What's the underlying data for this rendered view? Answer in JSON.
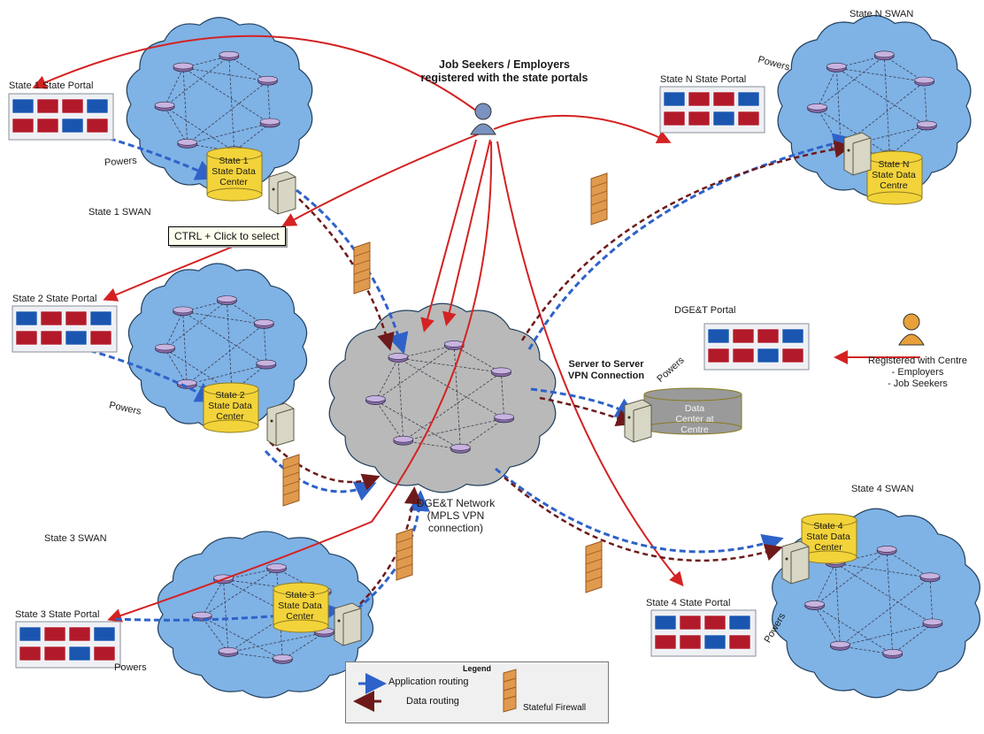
{
  "top_user": {
    "label": "Job Seekers / Employers\nregistered with the state portals"
  },
  "states": {
    "s1": {
      "portal": "State 1 State Portal",
      "swan": "State 1 SWAN",
      "dc": "State 1\nState Data\nCenter",
      "powers": "Powers"
    },
    "s2": {
      "portal": "State 2 State Portal",
      "dc": "State 2\nState Data\nCenter",
      "powers": "Powers"
    },
    "s3": {
      "portal": "State 3 State Portal",
      "swan": "State 3 SWAN",
      "dc": "State 3\nState Data\nCenter",
      "powers": "Powers"
    },
    "s4": {
      "portal": "State 4 State Portal",
      "swan": "State 4 SWAN",
      "dc": "State 4\nState Data\nCenter",
      "powers": "Powers"
    },
    "sn": {
      "portal": "State N State Portal",
      "swan": "State N SWAN",
      "dc": "State N\nState Data\nCentre",
      "powers": "Powers"
    }
  },
  "center": {
    "network": "DGE&T Network\n(MPLS VPN\nconnection)",
    "vpn": "Server to Server\nVPN Connection",
    "portal": "DGE&T  Portal",
    "powers": "Powers",
    "data_center": "Data\nCenter at\nCentre",
    "registered": "Registered with Centre\n- Employers\n- Job Seekers"
  },
  "tooltip": "CTRL + Click to select",
  "legend": {
    "title": "Legend",
    "app_routing": "Application routing",
    "data_routing": "Data routing",
    "firewall": "Stateful Firewall"
  },
  "colors": {
    "cloud": "#7fb2e5",
    "cloud_center": "#b9b9b9",
    "db": "#f3d33a",
    "red_line": "#d42222",
    "blue_dash": "#2e62c9",
    "brown_dash": "#6e1a1a",
    "firewall": "#e09a4e"
  }
}
